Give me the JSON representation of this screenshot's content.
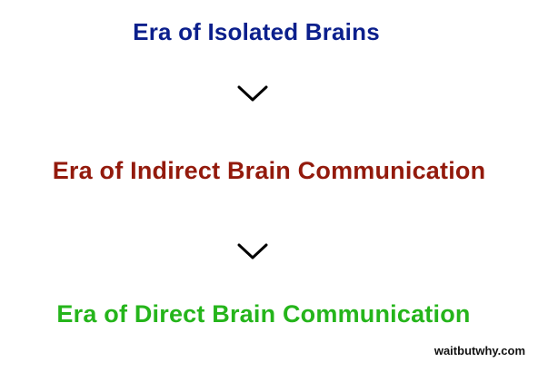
{
  "stages": [
    {
      "label": "Era of Isolated Brains",
      "color": "#0b1f8c"
    },
    {
      "label": "Era of Indirect Brain Communication",
      "color": "#931a0c"
    },
    {
      "label": "Era of Direct Brain Communication",
      "color": "#25b51b"
    }
  ],
  "arrows": [
    {
      "icon": "chevron-down-icon"
    },
    {
      "icon": "chevron-down-icon"
    }
  ],
  "credit": "waitbutwhy.com"
}
